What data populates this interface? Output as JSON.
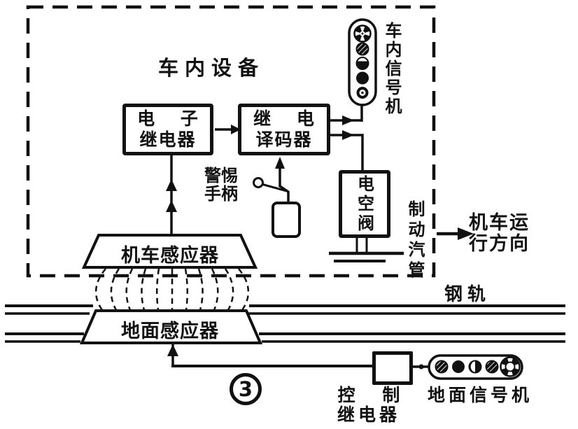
{
  "colors": {
    "ink": "#111111",
    "paper": "#ffffff"
  },
  "inner_unit": {
    "label": "车内设备"
  },
  "boxes": {
    "electronic_relay": {
      "line1": "电 子",
      "line2": "继电器"
    },
    "relay_decoder": {
      "line1": "继 电",
      "line2": "译码器"
    },
    "valve": {
      "label": "电空阀"
    },
    "control_relay": {
      "line1": "控 制",
      "line2": "继电器"
    }
  },
  "labels": {
    "cab_signal": "车内信号机",
    "vigilance_line1": "警惕",
    "vigilance_line2": "手柄",
    "brake_pipe": "制动汽管",
    "direction_line1": "机车运",
    "direction_line2": "行方向",
    "loco_inductor": "机车感应器",
    "ground_inductor": "地面感应器",
    "rail": "钢轨",
    "ground_signal": "地面信号机",
    "circled_number": "3"
  }
}
